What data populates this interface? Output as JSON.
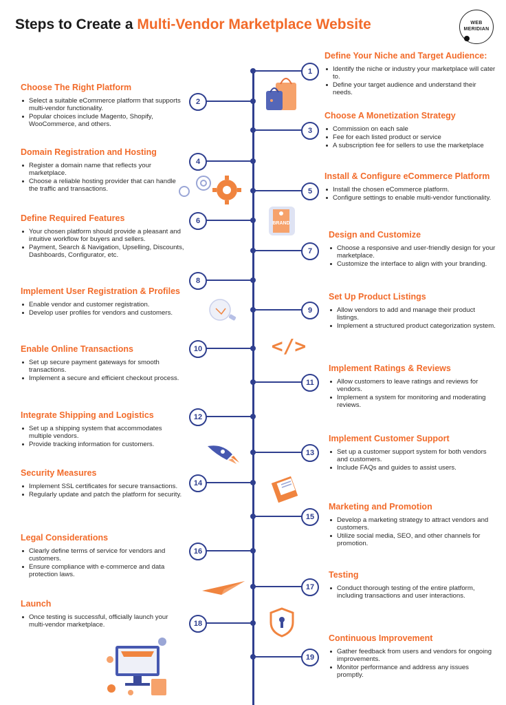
{
  "title": {
    "prefix": "Steps to Create a ",
    "highlight": "Multi-Vendor Marketplace Website"
  },
  "logo": {
    "line1": "WEB",
    "line2": "MERIDIAN"
  },
  "colors": {
    "accent": "#f26b2a",
    "timeline": "#2f3f8f"
  },
  "steps": [
    {
      "number": "1",
      "title": "Define Your Niche and Target Audience:",
      "bullets": [
        "Identify the niche or industry your marketplace will cater to.",
        "Define your target audience and understand their needs."
      ]
    },
    {
      "number": "2",
      "title": "Choose The Right Platform",
      "bullets": [
        "Select a suitable eCommerce platform that supports multi-vendor functionality.",
        "Popular choices include Magento, Shopify, WooCommerce, and others."
      ]
    },
    {
      "number": "3",
      "title": "Choose A Monetization Strategy",
      "bullets": [
        "Commission on each sale",
        "Fee for each listed product or service",
        "A subscription fee for sellers to use the marketplace"
      ]
    },
    {
      "number": "4",
      "title": "Domain Registration and Hosting",
      "bullets": [
        "Register a domain name that reflects your marketplace.",
        "Choose a reliable hosting provider that can handle the traffic and transactions."
      ]
    },
    {
      "number": "5",
      "title": "Install & Configure eCommerce Platform",
      "bullets": [
        "Install the chosen eCommerce platform.",
        "Configure settings to enable multi-vendor functionality."
      ]
    },
    {
      "number": "6",
      "title": "Define Required Features",
      "bullets": [
        "Your chosen platform should provide a pleasant and intuitive workflow for buyers and sellers.",
        "Payment, Search & Navigation, Upselling, Discounts, Dashboards, Configurator, etc."
      ]
    },
    {
      "number": "7",
      "title": "Design and Customize",
      "bullets": [
        "Choose a responsive and user-friendly design for your marketplace.",
        "Customize the interface to align with your branding."
      ]
    },
    {
      "number": "8",
      "title": "Implement User Registration & Profiles",
      "bullets": [
        "Enable vendor and customer registration.",
        "Develop user profiles for vendors and customers."
      ]
    },
    {
      "number": "9",
      "title": "Set Up Product Listings",
      "bullets": [
        "Allow vendors to add and manage their product listings.",
        "Implement a structured product categorization system."
      ]
    },
    {
      "number": "10",
      "title": "Enable Online Transactions",
      "bullets": [
        "Set up secure payment gateways for smooth transactions.",
        "Implement a secure and efficient checkout process."
      ]
    },
    {
      "number": "11",
      "title": "Implement Ratings & Reviews",
      "bullets": [
        "Allow customers to leave ratings and reviews for vendors.",
        "Implement a system for monitoring and moderating reviews."
      ]
    },
    {
      "number": "12",
      "title": "Integrate Shipping and Logistics",
      "bullets": [
        "Set up a shipping system that accommodates multiple vendors.",
        "Provide tracking information for customers."
      ]
    },
    {
      "number": "13",
      "title": "Implement Customer Support",
      "bullets": [
        "Set up a customer support system for both vendors and customers.",
        "Include FAQs and guides to assist users."
      ]
    },
    {
      "number": "14",
      "title": "Security Measures",
      "bullets": [
        "Implement SSL certificates for secure transactions.",
        "Regularly update and patch the platform for security."
      ]
    },
    {
      "number": "15",
      "title": "Marketing and Promotion",
      "bullets": [
        "Develop a marketing strategy to attract vendors and customers.",
        "Utilize social media, SEO, and other channels for promotion."
      ]
    },
    {
      "number": "16",
      "title": "Legal Considerations",
      "bullets": [
        "Clearly define terms of service for vendors and customers.",
        "Ensure compliance with e-commerce and data protection laws."
      ]
    },
    {
      "number": "17",
      "title": "Testing",
      "bullets": [
        "Conduct thorough testing of the entire platform, including transactions and user interactions."
      ]
    },
    {
      "number": "18",
      "title": "Launch",
      "bullets": [
        "Once testing is successful, officially launch your multi-vendor marketplace."
      ]
    },
    {
      "number": "19",
      "title": "Continuous Improvement",
      "bullets": [
        "Gather feedback from users and vendors for ongoing improvements.",
        "Monitor performance and address any issues promptly."
      ]
    }
  ],
  "illustrations": {
    "brand_tag_text": "BRAND",
    "code_symbol": "</>"
  }
}
